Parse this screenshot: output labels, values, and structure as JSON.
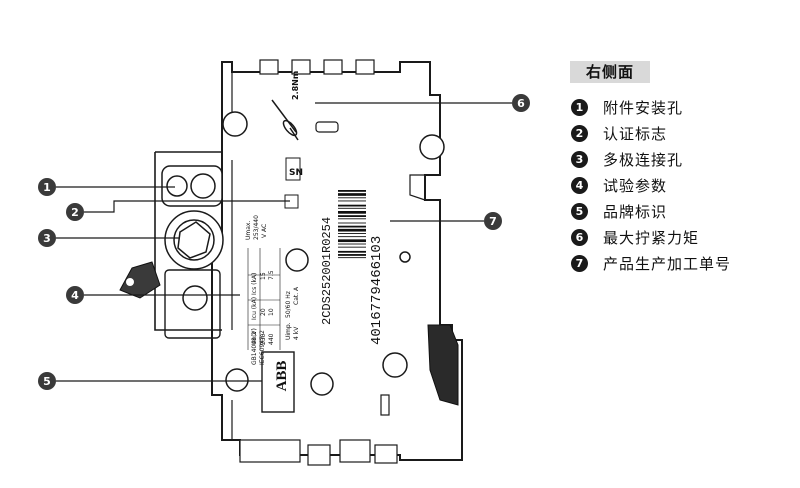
{
  "legend": {
    "title": "右侧面",
    "items": [
      {
        "num": "1",
        "label": "附件安装孔"
      },
      {
        "num": "2",
        "label": "认证标志"
      },
      {
        "num": "3",
        "label": "多极连接孔"
      },
      {
        "num": "4",
        "label": "试验参数"
      },
      {
        "num": "5",
        "label": "品牌标识"
      },
      {
        "num": "6",
        "label": "最大拧紧力矩"
      },
      {
        "num": "7",
        "label": "产品生产加工单号"
      }
    ]
  },
  "callouts": {
    "c1": "1",
    "c2": "2",
    "c3": "3",
    "c4": "4",
    "c5": "5",
    "c6": "6",
    "c7": "7"
  },
  "device_text": {
    "torque": "2.8Nm",
    "barcode_top": "2CDS252001R0254",
    "barcode_bottom": "4016779466103",
    "cert": "SN",
    "ue_a": "Ue(V)",
    "ue_b": "230",
    "ue_c": "440",
    "icu": "Icu (kA)",
    "icu_a": "20",
    "icu_b": "10",
    "ics": "Ics (kA)",
    "ics_a": "15",
    "ics_b": "7.5",
    "standard": "GB14048.2",
    "standard2": "IEC60947-2",
    "uimp": "Uimp.",
    "uimp_val": "4 kV",
    "freq": "50/60 Hz",
    "cat": "Cat. A",
    "umax": "Umax.",
    "umax_val": "253/440",
    "vac": "V AC",
    "brand": "ABB"
  },
  "colors": {
    "callout_fill": "#3a3a3a",
    "line": "#1a1a1a",
    "legend_bg": "#d9d9d9"
  }
}
